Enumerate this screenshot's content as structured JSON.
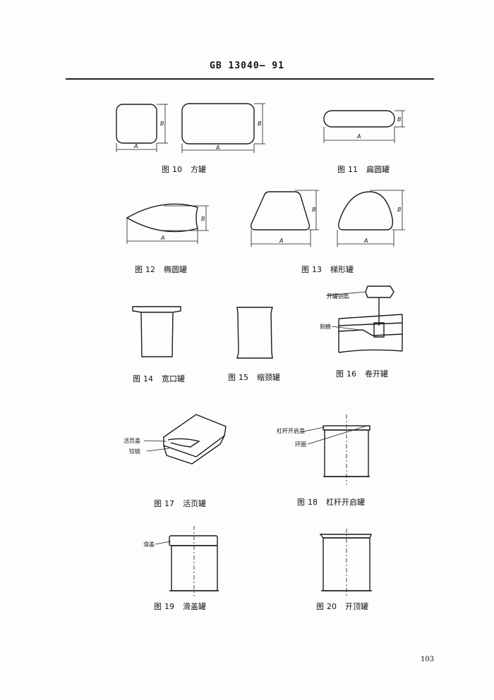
{
  "header": "GB 13040— 91",
  "captions": [
    {
      "fig": "图",
      "num": "10",
      "name": "方罐"
    },
    {
      "fig": "图",
      "num": "11",
      "name": "扁圆罐"
    },
    {
      "fig": "图",
      "num": "12",
      "name": "椭圆罐"
    },
    {
      "fig": "图",
      "num": "13",
      "name": "梯形罐"
    },
    {
      "fig": "图",
      "num": "14",
      "name": "宽口罐"
    },
    {
      "fig": "图",
      "num": "15",
      "name": "缩颈罐"
    },
    {
      "fig": "图",
      "num": "16",
      "name": "卷开罐"
    },
    {
      "fig": "图",
      "num": "17",
      "name": "活页罐"
    },
    {
      "fig": "图",
      "num": "18",
      "name": "杠杆开启罐"
    },
    {
      "fig": "图",
      "num": "19",
      "name": "滑盖罐"
    },
    {
      "fig": "图",
      "num": "20",
      "name": "开顶罐"
    }
  ],
  "dims": {
    "a": "A",
    "b": "B"
  },
  "labels": {
    "key": "开罐钥匙",
    "score": "刻痕",
    "hinged_lid": "活页盖",
    "hinge": "铰链",
    "lever_lid": "杠杆开启盖",
    "ring": "环圈",
    "slide_lid": "滑盖"
  },
  "page_number": "103"
}
